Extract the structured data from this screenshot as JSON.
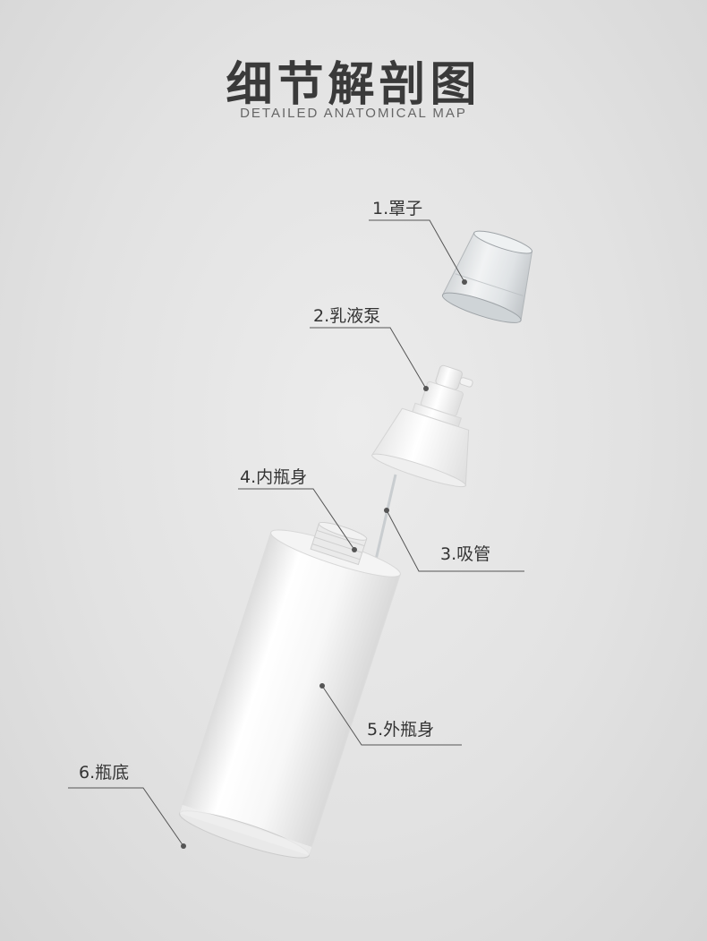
{
  "header": {
    "title": "细节解剖图",
    "subtitle": "DETAILED ANATOMICAL MAP"
  },
  "parts": [
    {
      "label": "1.罩子"
    },
    {
      "label": "2.乳液泵"
    },
    {
      "label": "3.吸管"
    },
    {
      "label": "4.内瓶身"
    },
    {
      "label": "5.外瓶身"
    },
    {
      "label": "6.瓶底"
    }
  ],
  "colors": {
    "background": "#e2e2e2",
    "title": "#3a3a3a",
    "leader_line": "#555555"
  }
}
